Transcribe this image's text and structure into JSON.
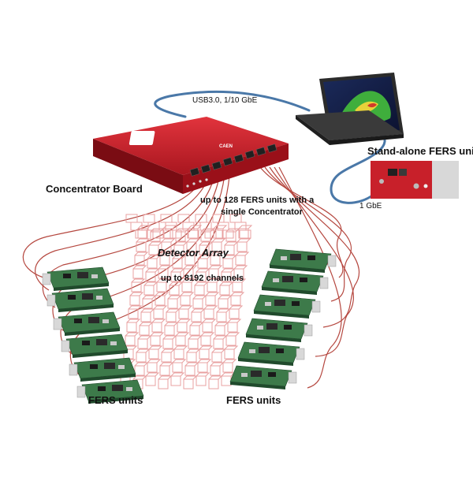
{
  "labels": {
    "link_usb": "USB3.0, 1/10 GbE",
    "standalone": "Stand-alone FERS unit",
    "concentrator": "Concentrator Board",
    "gbe": "1 GbE",
    "capacity_line1": "up to 128 FERS units with a",
    "capacity_line2": "single Concentrator",
    "array_title": "Detector  Array",
    "channels": "up to 8192 channels",
    "fers_left": "FERS units",
    "fers_right": "FERS units"
  },
  "concentrator_logo": "CAEN",
  "colors": {
    "concentrator_red": "#c8202a",
    "cable_blue": "#4a78a8",
    "cable_red": "#b5473f",
    "pcb_green": "#3d7a4a",
    "detector_pink": "#e8a0a0",
    "laptop_body": "#2b2b2b"
  },
  "icons": [
    "concentrator-board-icon",
    "laptop-icon",
    "standalone-fers-unit-icon",
    "fers-board-icon",
    "detector-cube-icon"
  ]
}
